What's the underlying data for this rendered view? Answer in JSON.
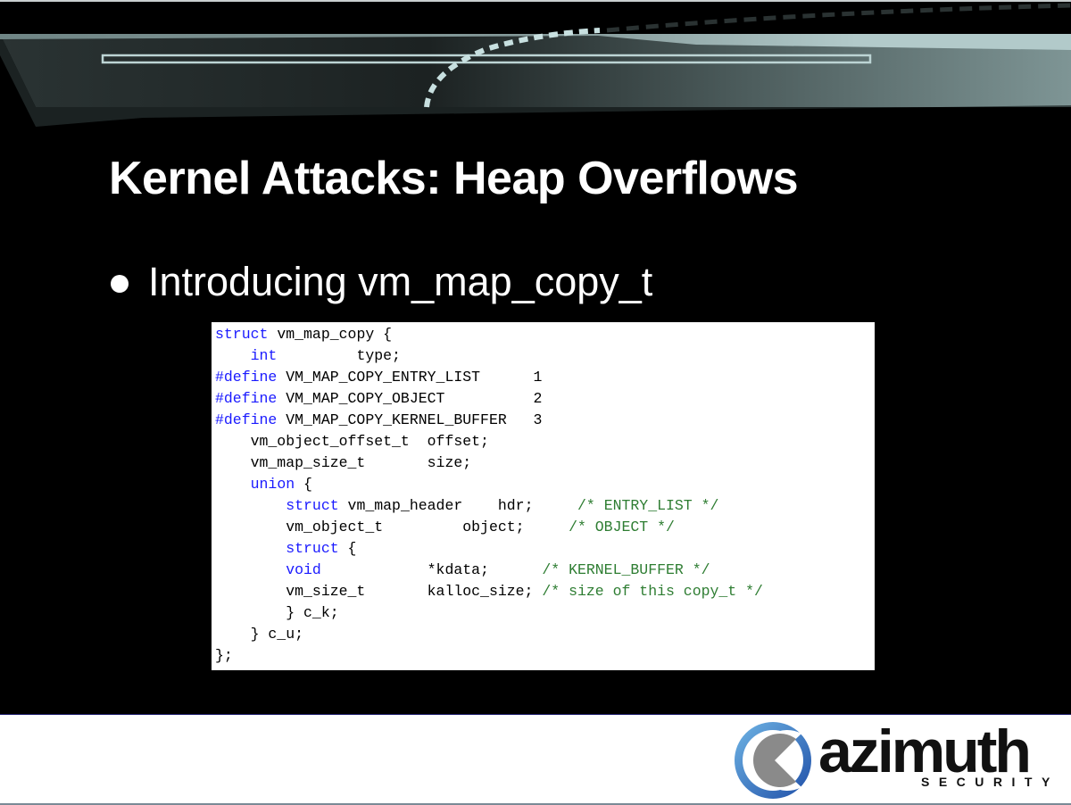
{
  "slide": {
    "title": "Kernel Attacks: Heap Overflows",
    "bullets": [
      {
        "text": "Introducing vm_map_copy_t"
      }
    ],
    "code": {
      "language": "c",
      "lines": [
        "struct vm_map_copy {",
        "    int         type;",
        "#define VM_MAP_COPY_ENTRY_LIST      1",
        "#define VM_MAP_COPY_OBJECT          2",
        "#define VM_MAP_COPY_KERNEL_BUFFER   3",
        "    vm_object_offset_t  offset;",
        "    vm_map_size_t       size;",
        "    union {",
        "        struct vm_map_header    hdr;     /* ENTRY_LIST */",
        "        vm_object_t         object;      /* OBJECT */",
        "        struct {",
        "        void            *kdata;       /* KERNEL_BUFFER */",
        "        vm_size_t       kalloc_size;  /* size of this copy_t */",
        "        } c_k;",
        "    } c_u;",
        "};"
      ]
    },
    "colors": {
      "background": "#000000",
      "title_text": "#ffffff",
      "code_keyword": "#1a1aff",
      "code_comment": "#2e7d32",
      "banner_accent": "#b0c8c8",
      "logo_blue": "#2b6cc4",
      "logo_gray": "#8a8a8a"
    }
  },
  "footer": {
    "logo": {
      "brand": "azimuth",
      "tagline": "SECURITY"
    }
  }
}
